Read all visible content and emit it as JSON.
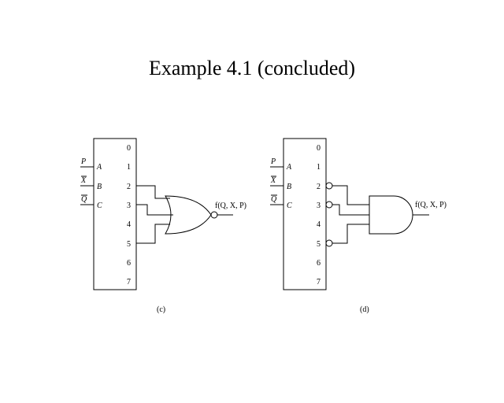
{
  "title": "Example 4.1 (concluded)",
  "diagrams": [
    {
      "caption": "(c)",
      "outputs": [
        "0",
        "1",
        "2",
        "3",
        "4",
        "5",
        "6",
        "7"
      ],
      "inputs": [
        {
          "signal": "P",
          "select": "A"
        },
        {
          "signal": "X",
          "signal_overbar": true,
          "select": "B"
        },
        {
          "signal": "Q",
          "signal_overbar": true,
          "select": "C"
        }
      ],
      "used_outputs": [
        "2",
        "3",
        "5"
      ],
      "gate": "NOR",
      "function_label": "f(Q, X, P)"
    },
    {
      "caption": "(d)",
      "outputs": [
        "0",
        "1",
        "2",
        "3",
        "4",
        "5",
        "6",
        "7"
      ],
      "inputs": [
        {
          "signal": "P",
          "select": "A"
        },
        {
          "signal": "X",
          "signal_overbar": true,
          "select": "B"
        },
        {
          "signal": "Q",
          "signal_overbar": true,
          "select": "C"
        }
      ],
      "used_outputs": [
        "2",
        "3",
        "5"
      ],
      "active_low_outputs": true,
      "gate": "AND",
      "function_label": "f(Q, X, P)"
    }
  ]
}
